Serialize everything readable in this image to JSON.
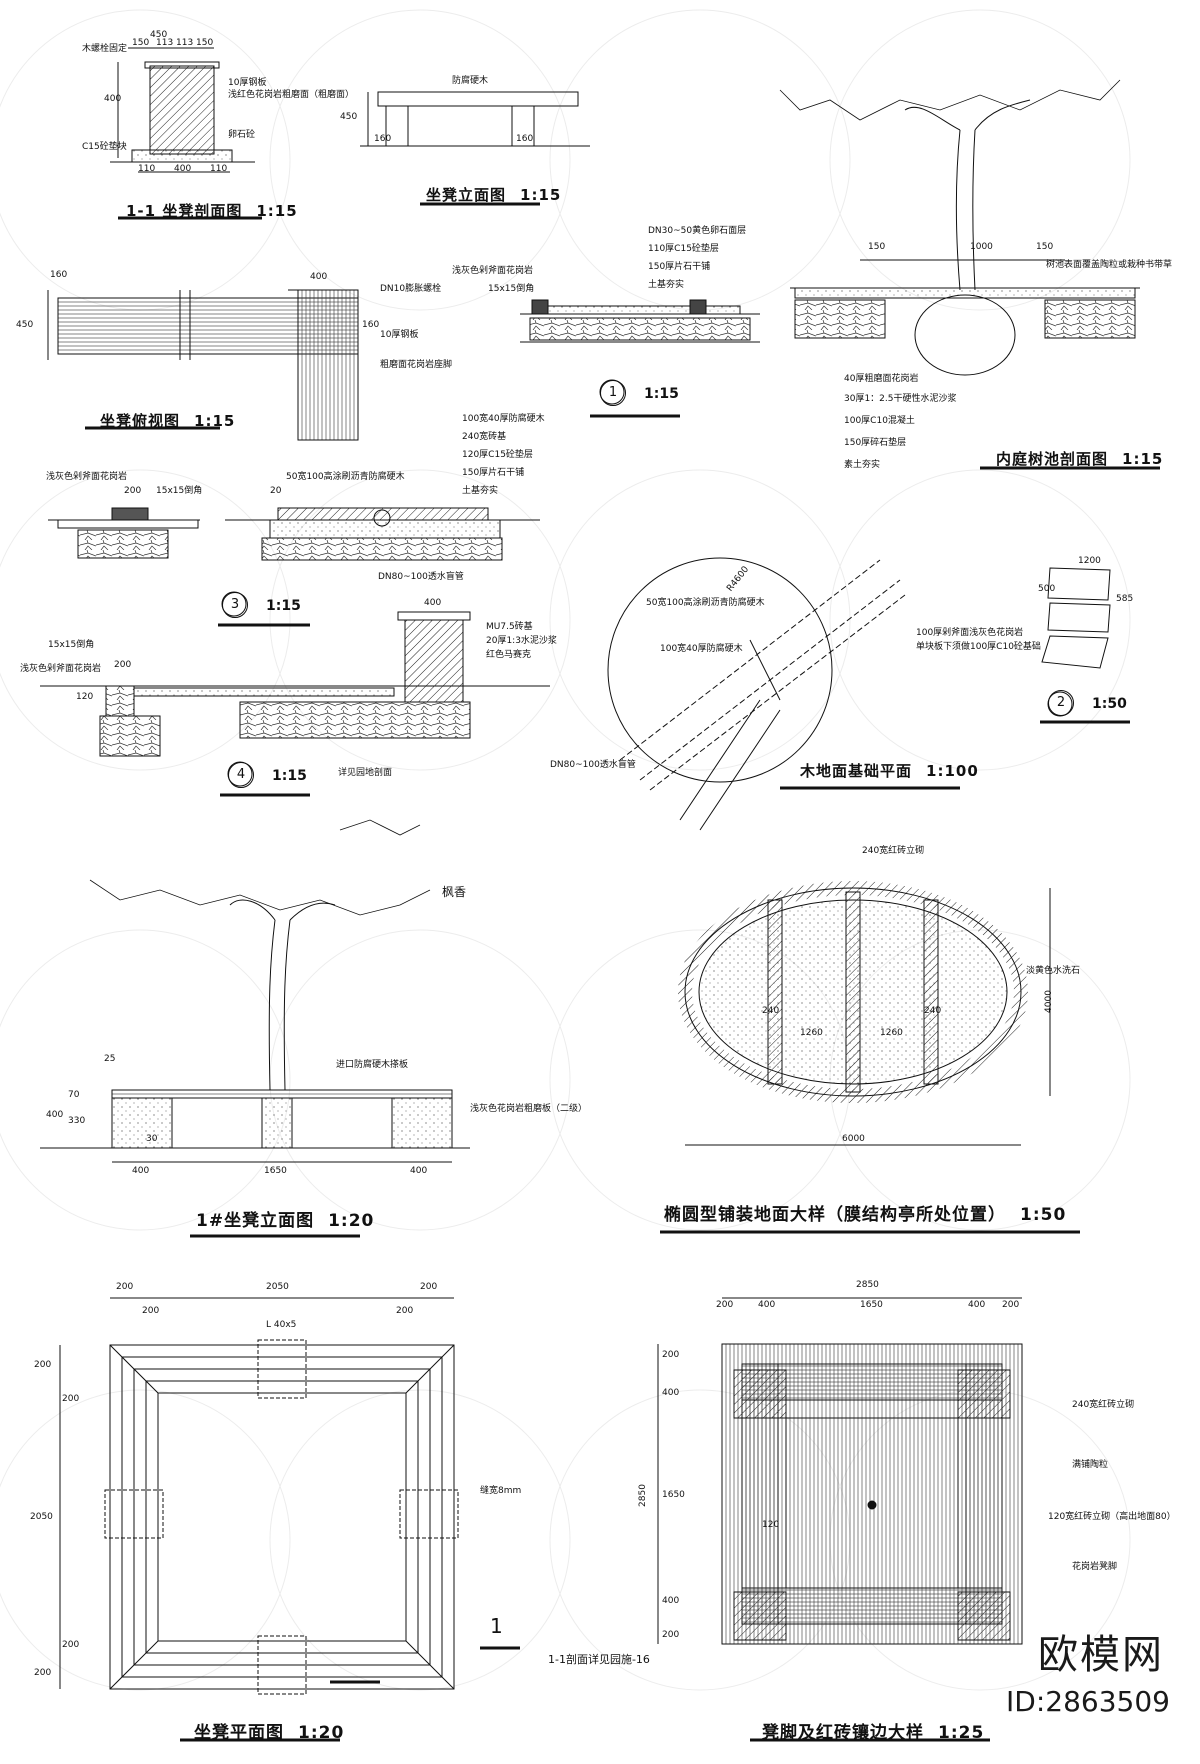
{
  "watermark": {
    "brand": "欧模网",
    "id_text": "ID:2863509"
  },
  "drawings": {
    "bench_section": {
      "title": "1-1 坐凳剖面图",
      "scale": "1:15",
      "labels": [
        "木螺栓固定",
        "10厚钢板",
        "浅红色花岗岩粗磨面（粗磨面）",
        "C15砼垫块",
        "卵石砼"
      ],
      "dims": [
        "450",
        "150",
        "113",
        "113",
        "150",
        "400",
        "110",
        "400",
        "110"
      ]
    },
    "bench_elevation": {
      "title": "坐凳立面图",
      "scale": "1:15",
      "labels": [
        "防腐硬木"
      ],
      "dims": [
        "450",
        "160",
        "160"
      ]
    },
    "bench_top_view": {
      "title": "坐凳俯视图",
      "scale": "1:15",
      "labels": [
        "DN10膨胀螺栓",
        "10厚钢板",
        "粗磨面花岗岩座脚"
      ],
      "dims": [
        "160",
        "450",
        "400",
        "160"
      ]
    },
    "section_1": {
      "num": "1",
      "scale": "1:15",
      "labels": [
        "DN30~50黄色卵石面层",
        "110厚C15砼垫层",
        "150厚片石干铺",
        "土基夯实",
        "浅灰色剁斧面花岗岩",
        "15x15倒角"
      ]
    },
    "tree_pit": {
      "title": "内庭树池剖面图",
      "scale": "1:15",
      "labels": [
        "树池表面覆盖陶粒或栽种书带草",
        "40厚粗磨面花岗岩",
        "30厚1：2.5干硬性水泥沙浆",
        "100厚C10混凝土",
        "150厚碎石垫层",
        "素土夯实"
      ],
      "dims": [
        "150",
        "1000",
        "150"
      ]
    },
    "section_3": {
      "num": "3",
      "scale": "1:15",
      "labels": [
        "浅灰色剁斧面花岗岩",
        "15x15倒角",
        "50宽100高涂刷沥青防腐硬木",
        "DN80~100透水盲管",
        "100宽40厚防腐硬木",
        "240宽砖基",
        "120厚C15砼垫层",
        "150厚片石干铺",
        "土基夯实"
      ],
      "dims": [
        "200",
        "20"
      ]
    },
    "section_2": {
      "num": "2",
      "scale": "1:50",
      "labels": [
        "100厚剁斧面浅灰色花岗岩",
        "单块板下须做100厚C10砼基础"
      ],
      "dims": [
        "1200",
        "500",
        "585"
      ]
    },
    "wood_floor": {
      "title": "木地面基础平面",
      "scale": "1:100",
      "labels": [
        "R4600",
        "50宽100高涂刷沥青防腐硬木",
        "100宽40厚防腐硬木",
        "DN80~100透水盲管"
      ]
    },
    "section_4": {
      "num": "4",
      "scale": "1:15",
      "labels": [
        "15x15倒角",
        "浅灰色剁斧面花岗岩",
        "MU7.5砖基",
        "20厚1:3水泥沙浆",
        "红色马赛克",
        "详见园地剖面"
      ],
      "dims": [
        "400",
        "200",
        "120"
      ]
    },
    "bench1_elevation": {
      "title": "1#坐凳立面图",
      "scale": "1:20",
      "labels": [
        "枫香",
        "进口防腐硬木搽板",
        "浅灰色花岗岩粗磨板（二级）"
      ],
      "dims": [
        "25",
        "70",
        "400",
        "330",
        "30",
        "400",
        "1650",
        "400"
      ]
    },
    "ellipse_paving": {
      "title": "椭圆型铺装地面大样（膜结构亭所处位置）",
      "scale": "1:50",
      "labels": [
        "240宽红砖立砌",
        "淡黄色水洗石"
      ],
      "dims": [
        "1260",
        "1260",
        "240",
        "240",
        "4000",
        "6000"
      ]
    },
    "bench_plan": {
      "title": "坐凳平面图",
      "scale": "1:20",
      "labels": [
        "L 40x5",
        "缝宽8mm",
        "1-1剖面详见园施-16"
      ],
      "section_mark": "1",
      "dims": [
        "200",
        "2050",
        "200",
        "200",
        "200",
        "200",
        "200",
        "2050",
        "200",
        "200"
      ]
    },
    "bench_foot": {
      "title": "凳脚及红砖镶边大样",
      "scale": "1:25",
      "labels": [
        "240宽红砖立砌",
        "满铺陶粒",
        "120宽红砖立砌（高出地面80）",
        "花岗岩凳脚"
      ],
      "dims": [
        "2850",
        "200",
        "400",
        "1650",
        "400",
        "200",
        "2850",
        "200",
        "400",
        "1650",
        "400",
        "200",
        "120"
      ]
    }
  }
}
